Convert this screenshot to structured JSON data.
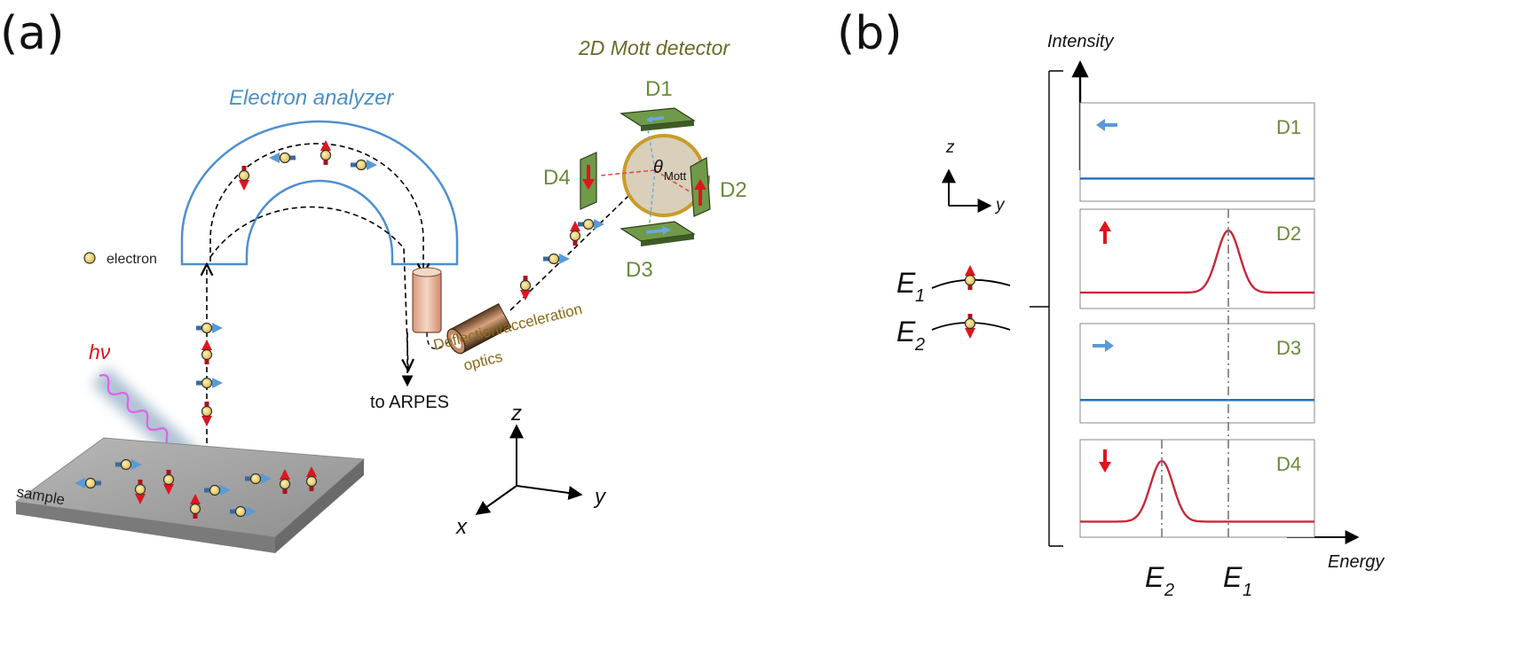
{
  "panel_a": {
    "label": "(a)",
    "analyzer_title": "Electron analyzer",
    "mott_title": "2D Mott detector",
    "electron_legend": "electron",
    "photon": "hν",
    "sample": "sample",
    "to_arpes": "to ARPES",
    "optics_line1": "Deflection/acceleration",
    "optics_line2": "optics",
    "theta": "θ",
    "theta_sub": "Mott",
    "detectors": [
      "D1",
      "D2",
      "D3",
      "D4"
    ],
    "axes": {
      "z": "z",
      "y": "y",
      "x": "x"
    }
  },
  "panel_b": {
    "label": "(b)",
    "y_axis": "Intensity",
    "x_axis": "Energy",
    "axes": {
      "z": "z",
      "y": "y"
    },
    "levels": [
      {
        "name": "E",
        "sub": "1",
        "spin": "up"
      },
      {
        "name": "E",
        "sub": "2",
        "spin": "down"
      }
    ],
    "x_ticks": [
      {
        "name": "E",
        "sub": "2"
      },
      {
        "name": "E",
        "sub": "1"
      }
    ],
    "colors": {
      "flat": "#1f6fbf",
      "peak": "#c8283a",
      "spin_up": "#e0141e",
      "spin_side": "#5a9ad6",
      "detector": "#6a8a3c"
    }
  },
  "chart_data": {
    "type": "line",
    "title": "",
    "xlabel": "Energy",
    "ylabel": "Intensity",
    "x_markers": [
      "E2",
      "E1"
    ],
    "subplots": [
      {
        "name": "D1",
        "spin": "left",
        "shape": "flat"
      },
      {
        "name": "D2",
        "spin": "up",
        "shape": "peak",
        "peak_at": "E1"
      },
      {
        "name": "D3",
        "spin": "right",
        "shape": "flat"
      },
      {
        "name": "D4",
        "spin": "down",
        "shape": "peak",
        "peak_at": "E2"
      }
    ]
  }
}
